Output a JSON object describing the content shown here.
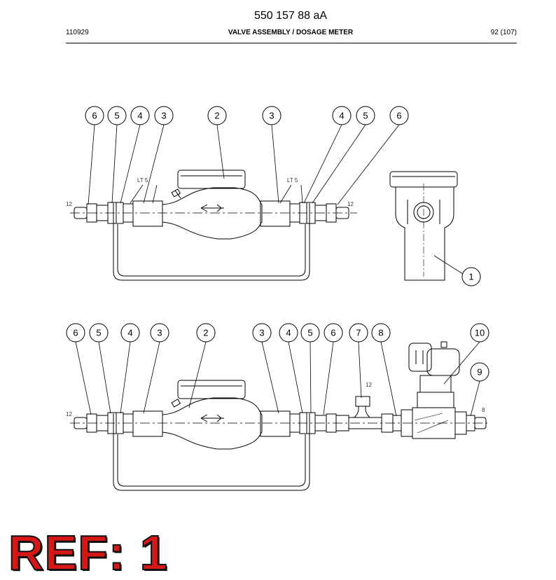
{
  "header": {
    "doc_number": "550 157 88 aA",
    "date_code": "110929",
    "title": "VALVE ASSEMBLY / DOSAGE METER",
    "page": "92 (107)"
  },
  "top_view": {
    "callouts": [
      "6",
      "5",
      "4",
      "3",
      "2",
      "3",
      "4",
      "5",
      "6"
    ],
    "side_callout": "1",
    "torque_label_left": "LT 5",
    "torque_label_right": "LT 5",
    "pipe_label_left": "12",
    "pipe_label_right": "12"
  },
  "bottom_view": {
    "callouts": [
      "6",
      "5",
      "4",
      "3",
      "2",
      "3",
      "4",
      "5",
      "6",
      "7",
      "8",
      "10",
      "9"
    ],
    "pipe_label_left": "12",
    "pipe_label_tee": "12",
    "pipe_label_right": "8"
  },
  "reference": "REF: 1"
}
